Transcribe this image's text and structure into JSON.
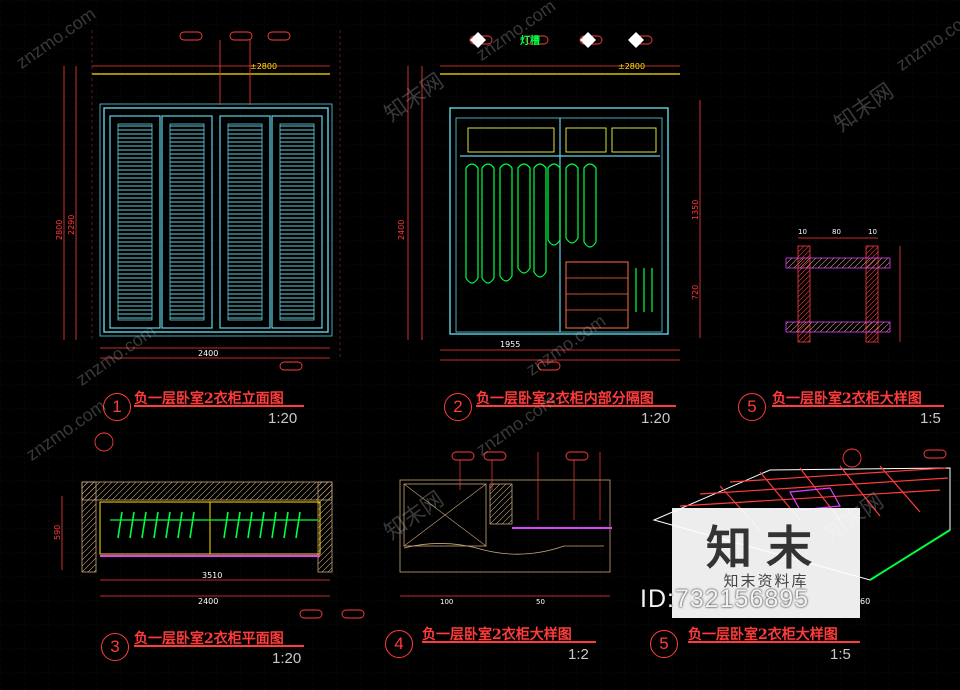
{
  "drawings": [
    {
      "number": "1",
      "title": "负一层卧室2衣柜立面图",
      "scale": "1:20"
    },
    {
      "number": "2",
      "title": "负一层卧室2衣柜内部分隔图",
      "scale": "1:20"
    },
    {
      "number": "5",
      "title": "负一层卧室2衣柜大样图",
      "scale": "1:5"
    },
    {
      "number": "3",
      "title": "负一层卧室2衣柜平面图",
      "scale": "1:20"
    },
    {
      "number": "4",
      "title": "负一层卧室2衣柜大样图",
      "scale": "1:2"
    },
    {
      "number": "5",
      "title": "负一层卧室2衣柜大样图",
      "scale": "1:5"
    }
  ],
  "annotations": {
    "light_trough": "灯槽",
    "level_1": "±2800",
    "level_2": "±2800",
    "dim_width_1": "2400",
    "dim_width_2": "2400",
    "dim_2290": "2290",
    "dim_2800": "2800",
    "dim_1955": "1955",
    "dim_1350": "1350",
    "dim_3510": "3510",
    "dim_590": "590",
    "dim_720": "720",
    "dim_100": "100",
    "dim_50": "50",
    "dim_80": "80",
    "dim_10": "10",
    "dim_60": "60"
  },
  "watermark": {
    "site": "znzmo.com",
    "brand_cn": "知末网",
    "logo_text": "知末",
    "logo_sub": "知末资料库",
    "id_text": "ID:732156895"
  },
  "colors": {
    "background": "#000000",
    "title_red": "#ff3b3b",
    "frame_cyan": "#5fd3e6",
    "hanger_green": "#00ff40",
    "dim_red": "#ff3b3b",
    "yellow": "#ffe100",
    "magenta": "#e040ff"
  }
}
